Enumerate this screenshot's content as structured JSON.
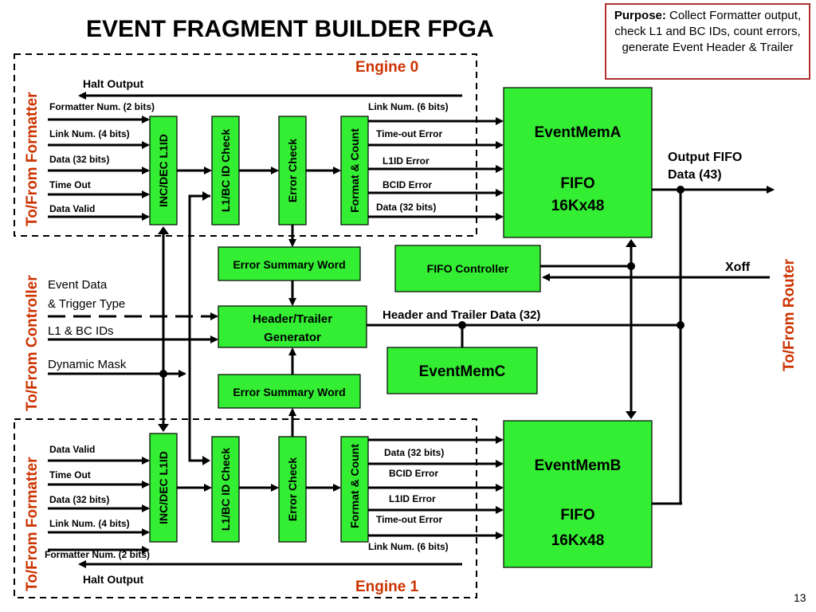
{
  "title": "EVENT FRAGMENT BUILDER FPGA",
  "purpose": {
    "label": "Purpose:",
    "text": "Collect Formatter output, check L1 and BC IDs, count errors, generate Event Header & Trailer"
  },
  "side_labels": {
    "formatter_top": "To/From Formatter",
    "controller": "To/From Controller",
    "formatter_bottom": "To/From Formatter",
    "router": "To/From Router"
  },
  "engine0": {
    "name": "Engine 0",
    "halt": "Halt Output",
    "inputs": [
      "Formatter Num. (2 bits)",
      "Link Num. (4 bits)",
      "Data (32 bits)",
      "Time Out",
      "Data Valid"
    ],
    "blocks": [
      "INC/DEC L1ID",
      "L1/BC ID Check",
      "Error Check",
      "Format & Count"
    ],
    "outputs": [
      "Link Num. (6 bits)",
      "Time-out Error",
      "L1ID Error",
      "BCID Error",
      "Data (32 bits)"
    ]
  },
  "engine1": {
    "name": "Engine 1",
    "halt": "Halt Output",
    "inputs": [
      "Data Valid",
      "Time Out",
      "Data (32 bits)",
      "Link Num. (4 bits)",
      "Formatter Num. (2 bits)"
    ],
    "blocks": [
      "INC/DEC L1ID",
      "L1/BC ID Check",
      "Error Check",
      "Format & Count"
    ],
    "outputs": [
      "Data (32 bits)",
      "BCID Error",
      "L1ID Error",
      "Time-out Error",
      "Link Num. (6 bits)"
    ]
  },
  "center": {
    "error_summary_top": "Error Summary Word",
    "header_trailer": [
      "Header/Trailer",
      "Generator"
    ],
    "error_summary_bottom": "Error Summary Word",
    "fifo_controller": "FIFO Controller",
    "eventmemc": "EventMemC",
    "header_trailer_data": "Header and Trailer Data (32)",
    "controller_inputs": [
      "Event Data",
      "& Trigger Type",
      "L1 & BC IDs",
      "Dynamic Mask"
    ]
  },
  "memA": {
    "name": "EventMemA",
    "fifo": "FIFO",
    "size": "16Kx48"
  },
  "memB": {
    "name": "EventMemB",
    "fifo": "FIFO",
    "size": "16Kx48"
  },
  "router": {
    "output_fifo": [
      "Output FIFO",
      "Data (43)"
    ],
    "xoff": "Xoff"
  },
  "page_number": "13"
}
